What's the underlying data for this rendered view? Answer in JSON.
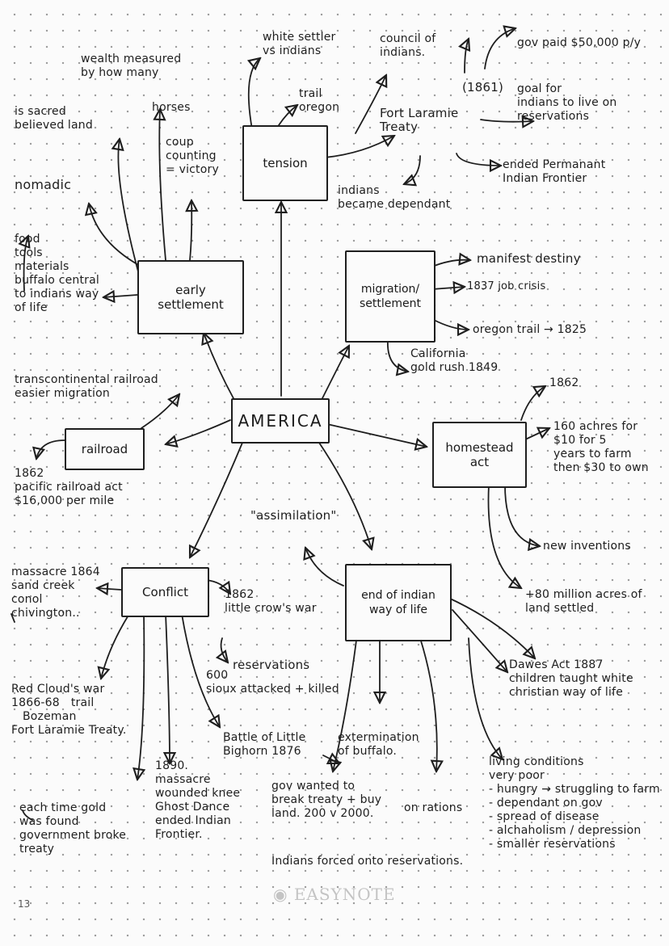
{
  "center": {
    "label": "AMERICA"
  },
  "nodes": {
    "early_settlement": "early\nsettlement",
    "tension": "tension",
    "migration_settlement": "migration/\nsettlement",
    "railroad": "railroad",
    "homestead_act": "homestead\nact",
    "conflict": "Conflict",
    "end_of_indian_way": "end of indian\nway of life"
  },
  "notes": {
    "wealth": "wealth measured\nby how many",
    "horses": "horses",
    "sacred_land": "is sacred\nbelieved land",
    "coup": "coup\ncounting\n= victory",
    "nomadic": "nomadic",
    "buffalo": "food\ntools\nmaterials\nbuffalo central\nto indians way\nof life",
    "white_settler": "white settler\nvs indians",
    "council": "council of\nindians.",
    "gov_paid": "gov paid $50,000 p/y",
    "year_1861": "(1861)",
    "trail_oregon": "trail\noregon",
    "fort_laramie": "Fort Laramie\nTreaty",
    "goal": "goal for\nindians to live on\nreservations",
    "ended_frontier": "ended Permanant\nIndian Frontier",
    "dependant": "indians\nbecame dependant",
    "manifest": "manifest destiny",
    "crisis_1837": "1837 job crisis",
    "oregon_trail": "oregon trail → 1825",
    "california": "California\ngold rush 1849",
    "transcontinental": "transcontinental railroad\neasier migration",
    "pacific": "1862\npacific railroad act\n$16,000 per mile",
    "year_1862_homestead": "1862",
    "acres": "160 achres for\n$10 for 5\nyears to farm\nthen $30 to own",
    "new_inventions": "new inventions",
    "million_acres": "+80 million acres of\nland settled",
    "assimilation": "\"assimilation\"",
    "massacre_1864": "massacre 1864\nsand creek\nconol\nchivington..",
    "little_crow": "1862\nlittle crow's war",
    "reservations": "reservations",
    "sioux": "600\nsioux attacked + killed",
    "red_cloud": "Red Cloud's war\n1866-68   trail\n   Bozeman\nFort Laramie Treaty.",
    "little_bighorn": "Battle of Little\nBighorn 1876",
    "wounded_knee": "1890.\nmassacre\nwounded knee\nGhost Dance\nended Indian\nFrontier.",
    "extermination": "extermination\nof buffalo.",
    "gov_wanted": "gov wanted to\nbreak treaty + buy\nland. 200 v 2000.",
    "rations": "on rations",
    "forced": "Indians forced onto reservations.",
    "dawes": "Dawes Act 1887\nchildren taught white\nchristian way of life",
    "gold_found": "each time gold\nwas found\ngovernment broke\ntreaty",
    "living": "living conditions\nvery poor\n- hungry → struggling to farm\n- dependant on gov\n- spread of disease\n- alchaholism / depression\n- smaller reservations"
  },
  "brand": "EASYNOTE",
  "page_number": "13"
}
